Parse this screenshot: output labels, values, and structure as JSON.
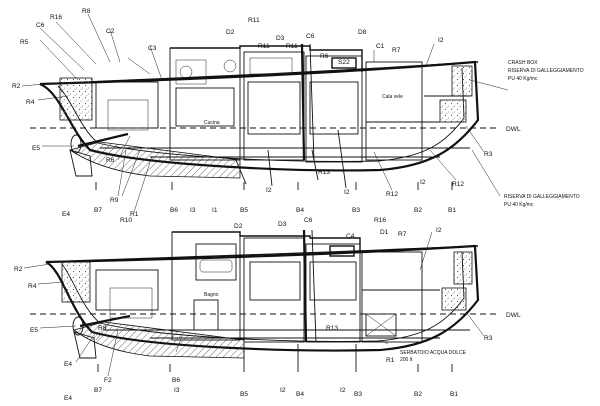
{
  "top_view": {
    "labels": {
      "R16": "R16",
      "R8": "R8",
      "C6": "C6",
      "C2": "C2",
      "R5": "R5",
      "C3": "C3",
      "R2": "R2",
      "R4": "R4",
      "D2": "D2",
      "R11": "R11",
      "D3": "D3",
      "R11b": "R11",
      "R11c": "R11",
      "C6b": "C6",
      "D8": "D8",
      "C1": "C1",
      "R7": "R7",
      "I2top": "I2",
      "E5": "E5",
      "R6": "R6",
      "E4": "E4",
      "B7": "B7",
      "R9": "R9",
      "R1": "R1",
      "B6": "B6",
      "I3": "I3",
      "I1": "I1",
      "B5": "B5",
      "B4": "B4",
      "R13": "R13",
      "B3": "B3",
      "B2": "B2",
      "B1": "B1",
      "R3": "R3",
      "R12": "R12",
      "R12b": "R12",
      "I2a": "I2",
      "I2b": "I2",
      "I2c": "I2",
      "R10": "R10",
      "S22": "S22",
      "R6b": "R6",
      "DWL": "DWL",
      "cucina": "Cucina",
      "cala_vele": "Cala vele",
      "crash1": "CRASH BOX",
      "crash2": "RISERVA DI GALLEGGIAMENTO",
      "crash3": "PU 40 Kg/mc",
      "ris1": "RISERVA DI GALLEGGIAMENTO",
      "ris2": "PU 40 Kg/mc"
    }
  },
  "bottom_view": {
    "labels": {
      "R2": "R2",
      "R4": "R4",
      "E5": "E5",
      "E4": "E4",
      "R8": "R8",
      "D2": "D2",
      "D3": "D3",
      "C6": "C6",
      "C4": "C4",
      "R16": "R16",
      "D1": "D1",
      "R7": "R7",
      "I2top": "I2",
      "R13": "R13",
      "R1": "R1",
      "R3": "R3",
      "DWL": "DWL",
      "E4b": "E4",
      "F2": "F2",
      "I3": "I3",
      "I2a": "I2",
      "I2b": "I2",
      "B7": "B7",
      "B6": "B6",
      "B5": "B5",
      "B4": "B4",
      "B3": "B3",
      "B2": "B2",
      "B1": "B1",
      "bagno": "Bagno",
      "serb1": "SERBATOIO ACQUA DOLCE",
      "serb2": "200 lt"
    }
  }
}
